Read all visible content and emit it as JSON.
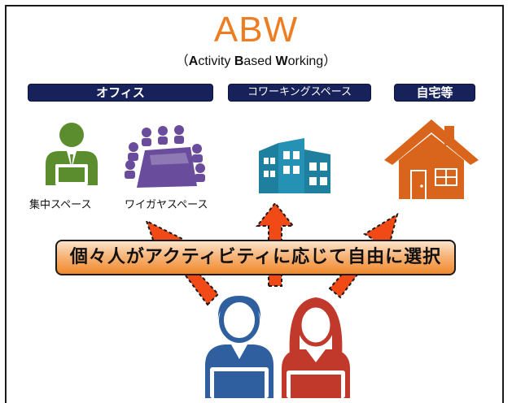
{
  "title": "ABW",
  "subtitle": {
    "open": "（",
    "a1": "A",
    "a2": "ctivity ",
    "b1": "B",
    "b2": "ased ",
    "w1": "W",
    "w2": "orking",
    "close": "）"
  },
  "categories": {
    "office": "オフィス",
    "coworking": "コワーキングスペース",
    "home": "自宅等"
  },
  "captions": {
    "focus": "集中スペース",
    "collab": "ワイガヤスペース"
  },
  "banner": "個々人がアクティビティに応じて自由に選択",
  "colors": {
    "title": "#ee7d22",
    "navy": "#17225a",
    "green": "#5b8d2f",
    "purple": "#6a4c9c",
    "teal": "#1e7f9e",
    "house": "#d9651c",
    "arrow": "#f24a16",
    "person_blue": "#2f5f9e",
    "person_red": "#c0392b"
  },
  "icons": [
    "focus-worker-icon",
    "meeting-table-icon",
    "office-building-icon",
    "house-icon",
    "male-worker-icon",
    "female-worker-icon"
  ]
}
